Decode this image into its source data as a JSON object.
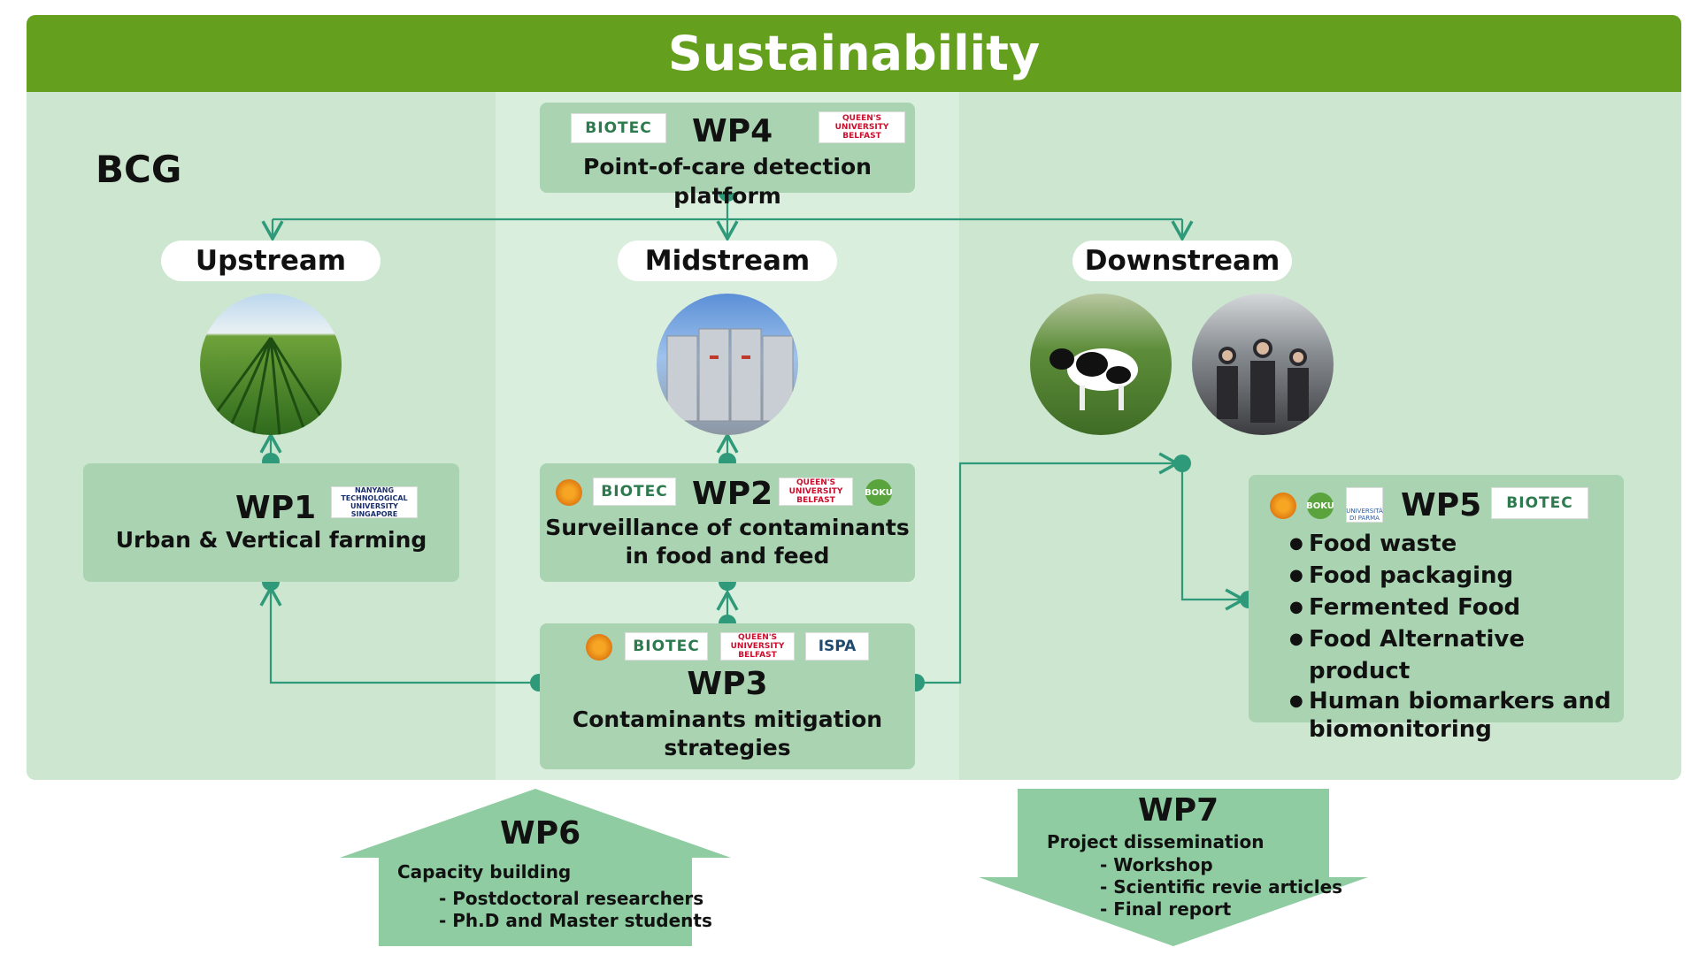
{
  "header": {
    "title": "Sustainability"
  },
  "bcg_label": "BCG",
  "stages": {
    "upstream": "Upstream",
    "midstream": "Midstream",
    "downstream": "Downstream"
  },
  "wp4": {
    "title": "WP4",
    "subtitle": "Point-of-care detection platform"
  },
  "wp1": {
    "title": "WP1",
    "subtitle": "Urban & Vertical farming"
  },
  "wp2": {
    "title": "WP2",
    "subtitle_line1": "Surveillance of contaminants",
    "subtitle_line2": "in food and feed"
  },
  "wp3": {
    "title": "WP3",
    "subtitle_line1": "Contaminants mitigation",
    "subtitle_line2": "strategies"
  },
  "wp5": {
    "title": "WP5",
    "items": [
      "Food waste",
      "Food packaging",
      "Fermented Food",
      "Food Alternative product",
      "Human biomarkers and",
      "biomonitoring"
    ]
  },
  "wp6": {
    "title": "WP6",
    "heading": "Capacity building",
    "items": [
      "- Postdoctoral researchers",
      "- Ph.D and Master students"
    ]
  },
  "wp7": {
    "title": "WP7",
    "heading": "Project dissemination",
    "items": [
      "- Workshop",
      "- Scientific revie articles",
      "- Final report"
    ]
  },
  "logos": {
    "biotec": "BIOTEC",
    "qub": "QUEEN'S UNIVERSITY BELFAST",
    "ntu": "NANYANG TECHNOLOGICAL UNIVERSITY SINGAPORE",
    "boku": "BOKU",
    "ispa": "ISPA",
    "parma": "UNIVERSITÀ DI PARMA"
  },
  "colors": {
    "header": "#64a01e",
    "panel": "#cce6d0",
    "mid_column": "#daeedd",
    "box": "#a9d3b1",
    "connector": "#2e9a7a",
    "arrow": "#8fcca1"
  }
}
